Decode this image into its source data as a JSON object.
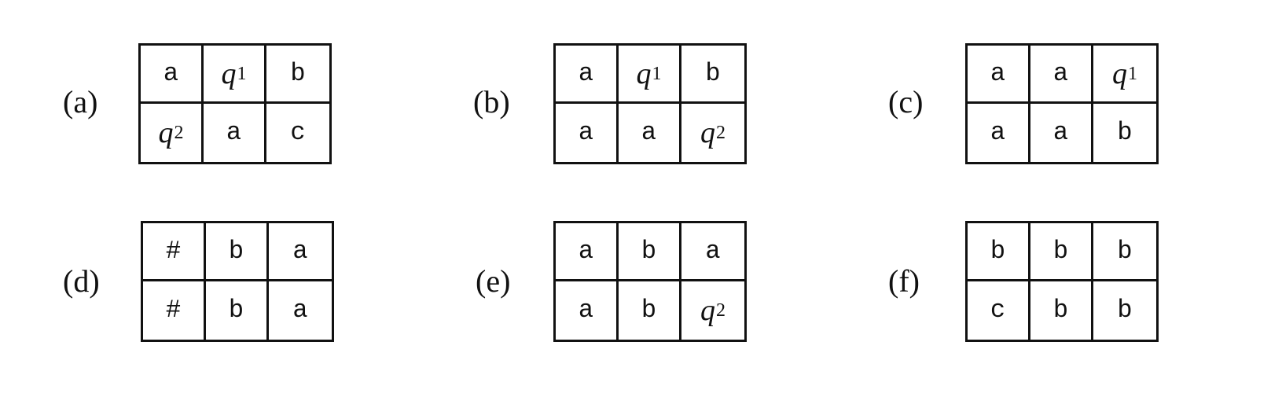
{
  "panels": [
    {
      "label": "(a)",
      "cells": [
        [
          "a",
          "q1",
          "b"
        ],
        [
          "q2",
          "a",
          "c"
        ]
      ]
    },
    {
      "label": "(b)",
      "cells": [
        [
          "a",
          "q1",
          "b"
        ],
        [
          "a",
          "a",
          "q2"
        ]
      ]
    },
    {
      "label": "(c)",
      "cells": [
        [
          "a",
          "a",
          "q1"
        ],
        [
          "a",
          "a",
          "b"
        ]
      ]
    },
    {
      "label": "(d)",
      "cells": [
        [
          "#",
          "b",
          "a"
        ],
        [
          "#",
          "b",
          "a"
        ]
      ]
    },
    {
      "label": "(e)",
      "cells": [
        [
          "a",
          "b",
          "a"
        ],
        [
          "a",
          "b",
          "q2"
        ]
      ]
    },
    {
      "label": "(f)",
      "cells": [
        [
          "b",
          "b",
          "b"
        ],
        [
          "c",
          "b",
          "b"
        ]
      ]
    }
  ]
}
